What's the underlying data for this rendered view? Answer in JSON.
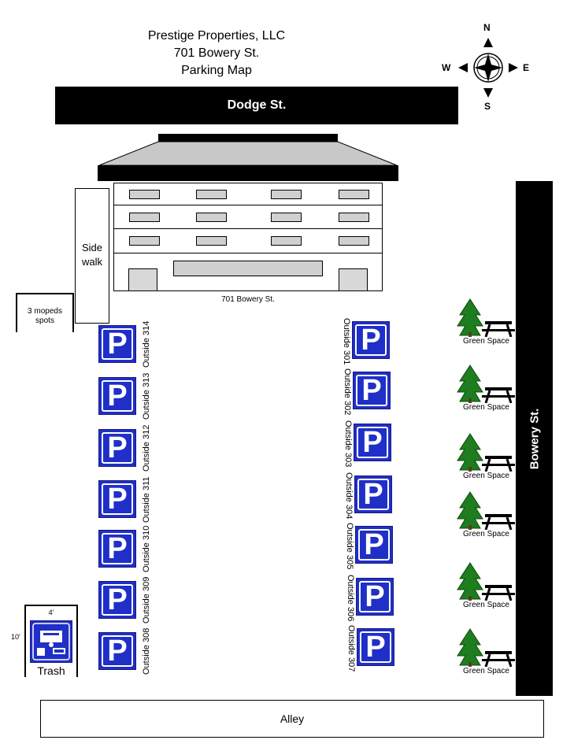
{
  "header": {
    "company": "Prestige Properties, LLC",
    "address": "701 Bowery St.",
    "map_title": "Parking Map"
  },
  "compass": {
    "n": "N",
    "s": "S",
    "e": "E",
    "w": "W"
  },
  "streets": {
    "top": "Dodge St.",
    "right": "Bowery St.",
    "bottom": "Alley"
  },
  "building": {
    "label": "701 Bowery St."
  },
  "sidewalk": {
    "label": "Side walk"
  },
  "mopeds": {
    "label": "3  mopeds spots"
  },
  "trash": {
    "label": "Trash",
    "width": "4'",
    "height": "10'"
  },
  "parking": {
    "sign_glyph": "P",
    "left_spots": [
      "Outside 314",
      "Outside 313",
      "Outside 312",
      "Outside 311",
      "Outside 310",
      "Outside 309",
      "Outside 308"
    ],
    "right_spots": [
      "Outside 301",
      "Outside 302",
      "Outside 303",
      "Outside 304",
      "Outside 305",
      "Outside 306",
      "Outside 307"
    ]
  },
  "green_space": {
    "label": "Green Space",
    "count": 6
  },
  "colors": {
    "parking_sign": "#1f2fc8",
    "tree": "#1e7d1e",
    "road": "#000000",
    "roof": "#c8c8c8"
  }
}
